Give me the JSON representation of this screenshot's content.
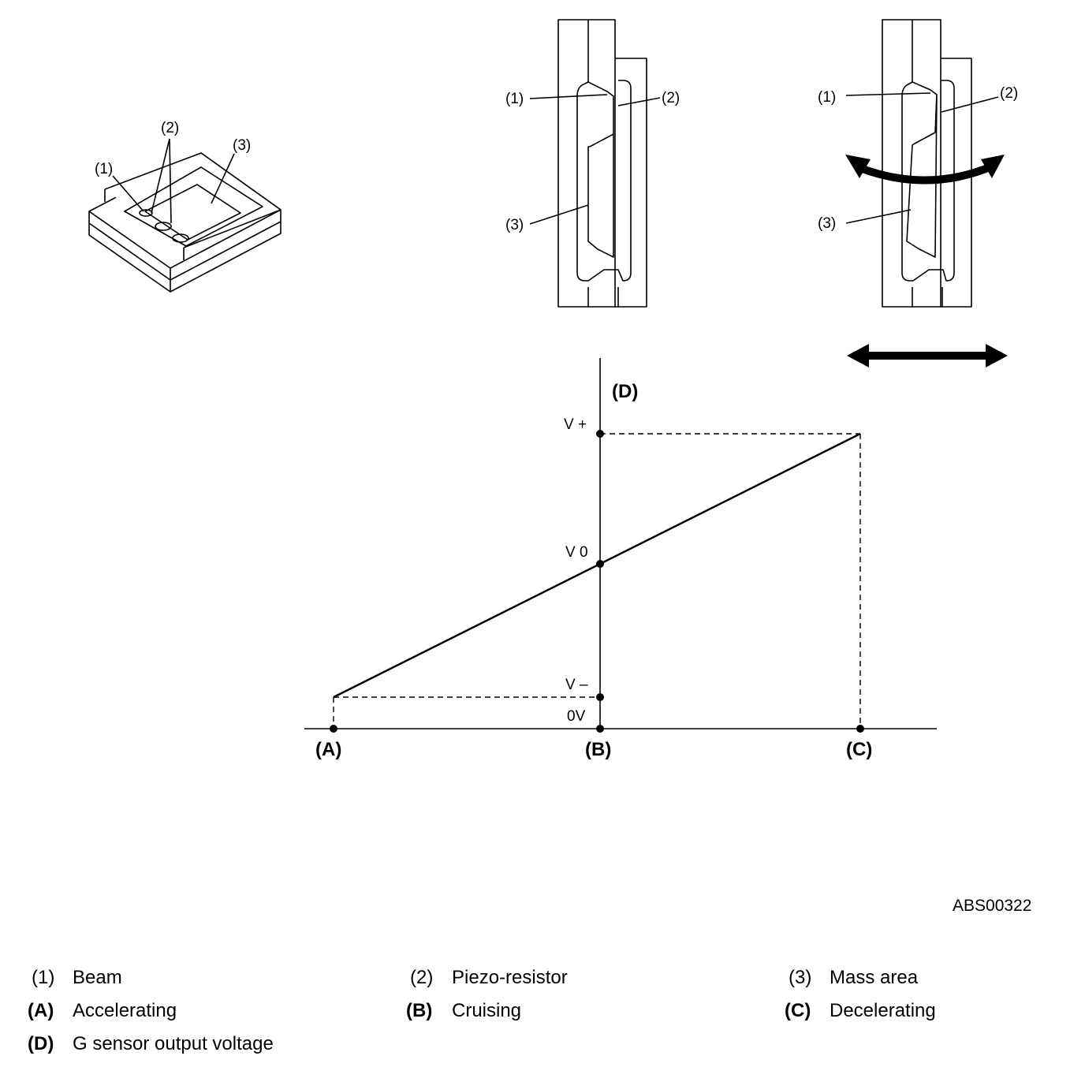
{
  "figure_id": "ABS00322",
  "callouts": {
    "c1": "(1)",
    "c2": "(2)",
    "c3": "(3)"
  },
  "graph": {
    "y_axis_label": "(D)",
    "levels": {
      "v_plus": "V +",
      "v_zero": "V 0",
      "v_minus": "V –",
      "zero_volt": "0V"
    },
    "points": {
      "a": "(A)",
      "b": "(B)",
      "c": "(C)"
    }
  },
  "legend": [
    {
      "key": "(1)",
      "text": "Beam",
      "bold_key": false
    },
    {
      "key": "(2)",
      "text": "Piezo-resistor",
      "bold_key": false
    },
    {
      "key": "(3)",
      "text": "Mass area",
      "bold_key": false
    },
    {
      "key": "(A)",
      "text": "Accelerating",
      "bold_key": true
    },
    {
      "key": "(B)",
      "text": "Cruising",
      "bold_key": true
    },
    {
      "key": "(C)",
      "text": "Decelerating",
      "bold_key": true
    },
    {
      "key": "(D)",
      "text": "G sensor output voltage",
      "bold_key": true
    }
  ]
}
